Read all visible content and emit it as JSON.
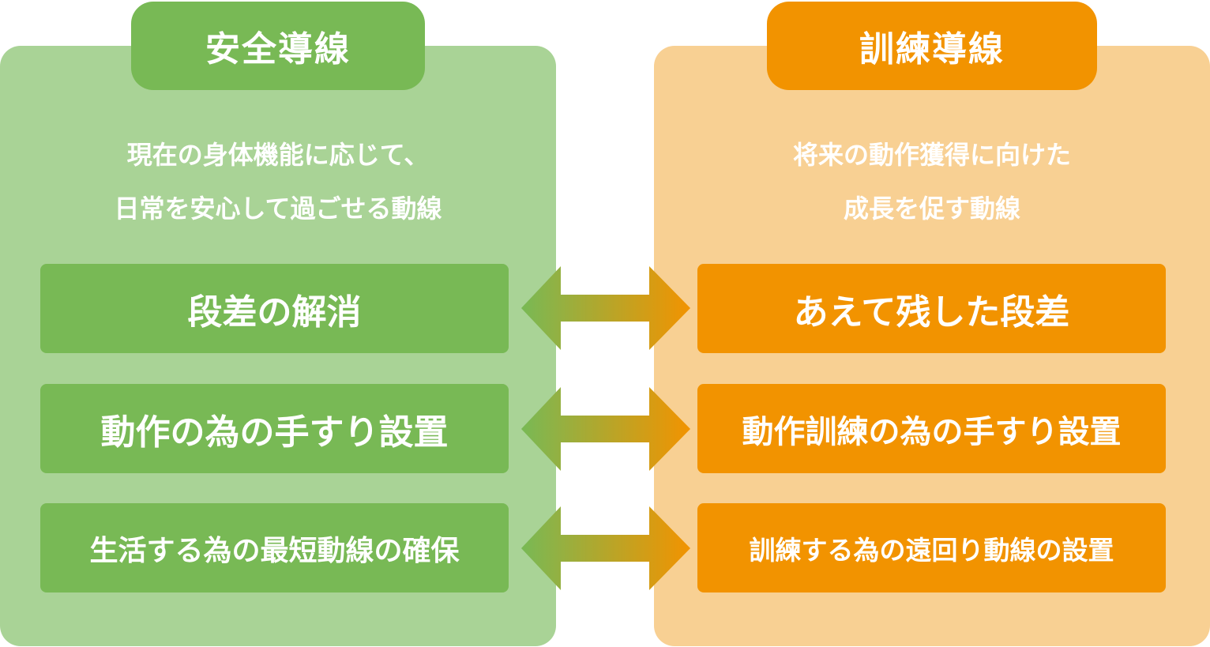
{
  "left": {
    "title": "安全導線",
    "description_lines": [
      "現在の身体機能に応じて、",
      "日常を安心して過ごせる動線"
    ],
    "items": [
      "段差の解消",
      "動作の為の手すり設置",
      "生活する為の最短動線の確保"
    ],
    "colors": {
      "panel": "#a9d396",
      "accent": "#78b955"
    }
  },
  "right": {
    "title": "訓練導線",
    "description_lines": [
      "将来の動作獲得に向けた",
      "成長を促す動線"
    ],
    "items": [
      "あえて残した段差",
      "動作訓練の為の手すり設置",
      "訓練する為の遠回り動線の設置"
    ],
    "colors": {
      "panel": "#f8d093",
      "accent": "#f29300"
    }
  },
  "connectors": [
    {
      "from": "left.items.0",
      "to": "right.items.0",
      "type": "double-arrow"
    },
    {
      "from": "left.items.1",
      "to": "right.items.1",
      "type": "double-arrow"
    },
    {
      "from": "left.items.2",
      "to": "right.items.2",
      "type": "double-arrow"
    }
  ]
}
